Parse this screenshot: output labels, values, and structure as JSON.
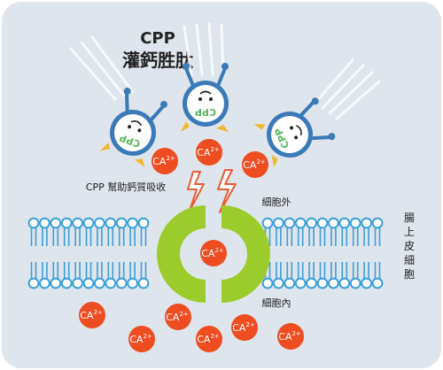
{
  "title": {
    "line1": "CPP",
    "line2": "灌鈣胜肽"
  },
  "caption": "CPP 幫助鈣質吸收",
  "labels": {
    "outside": "細胞外",
    "inside": "細胞內",
    "cell_type": "腸上皮細胞"
  },
  "ion_text": "CA",
  "ion_charge": "2+",
  "cpp_text": "CPP",
  "colors": {
    "background": "#dfe5ec",
    "membrane": "#3a9fd8",
    "channel": "#9ccc2c",
    "calcium": "#ee4d22",
    "cpp_face": "#ffffff",
    "cpp_text": "#5cb85c",
    "cpp_feet": "#f0b72f",
    "lightning": "#e85c36"
  }
}
